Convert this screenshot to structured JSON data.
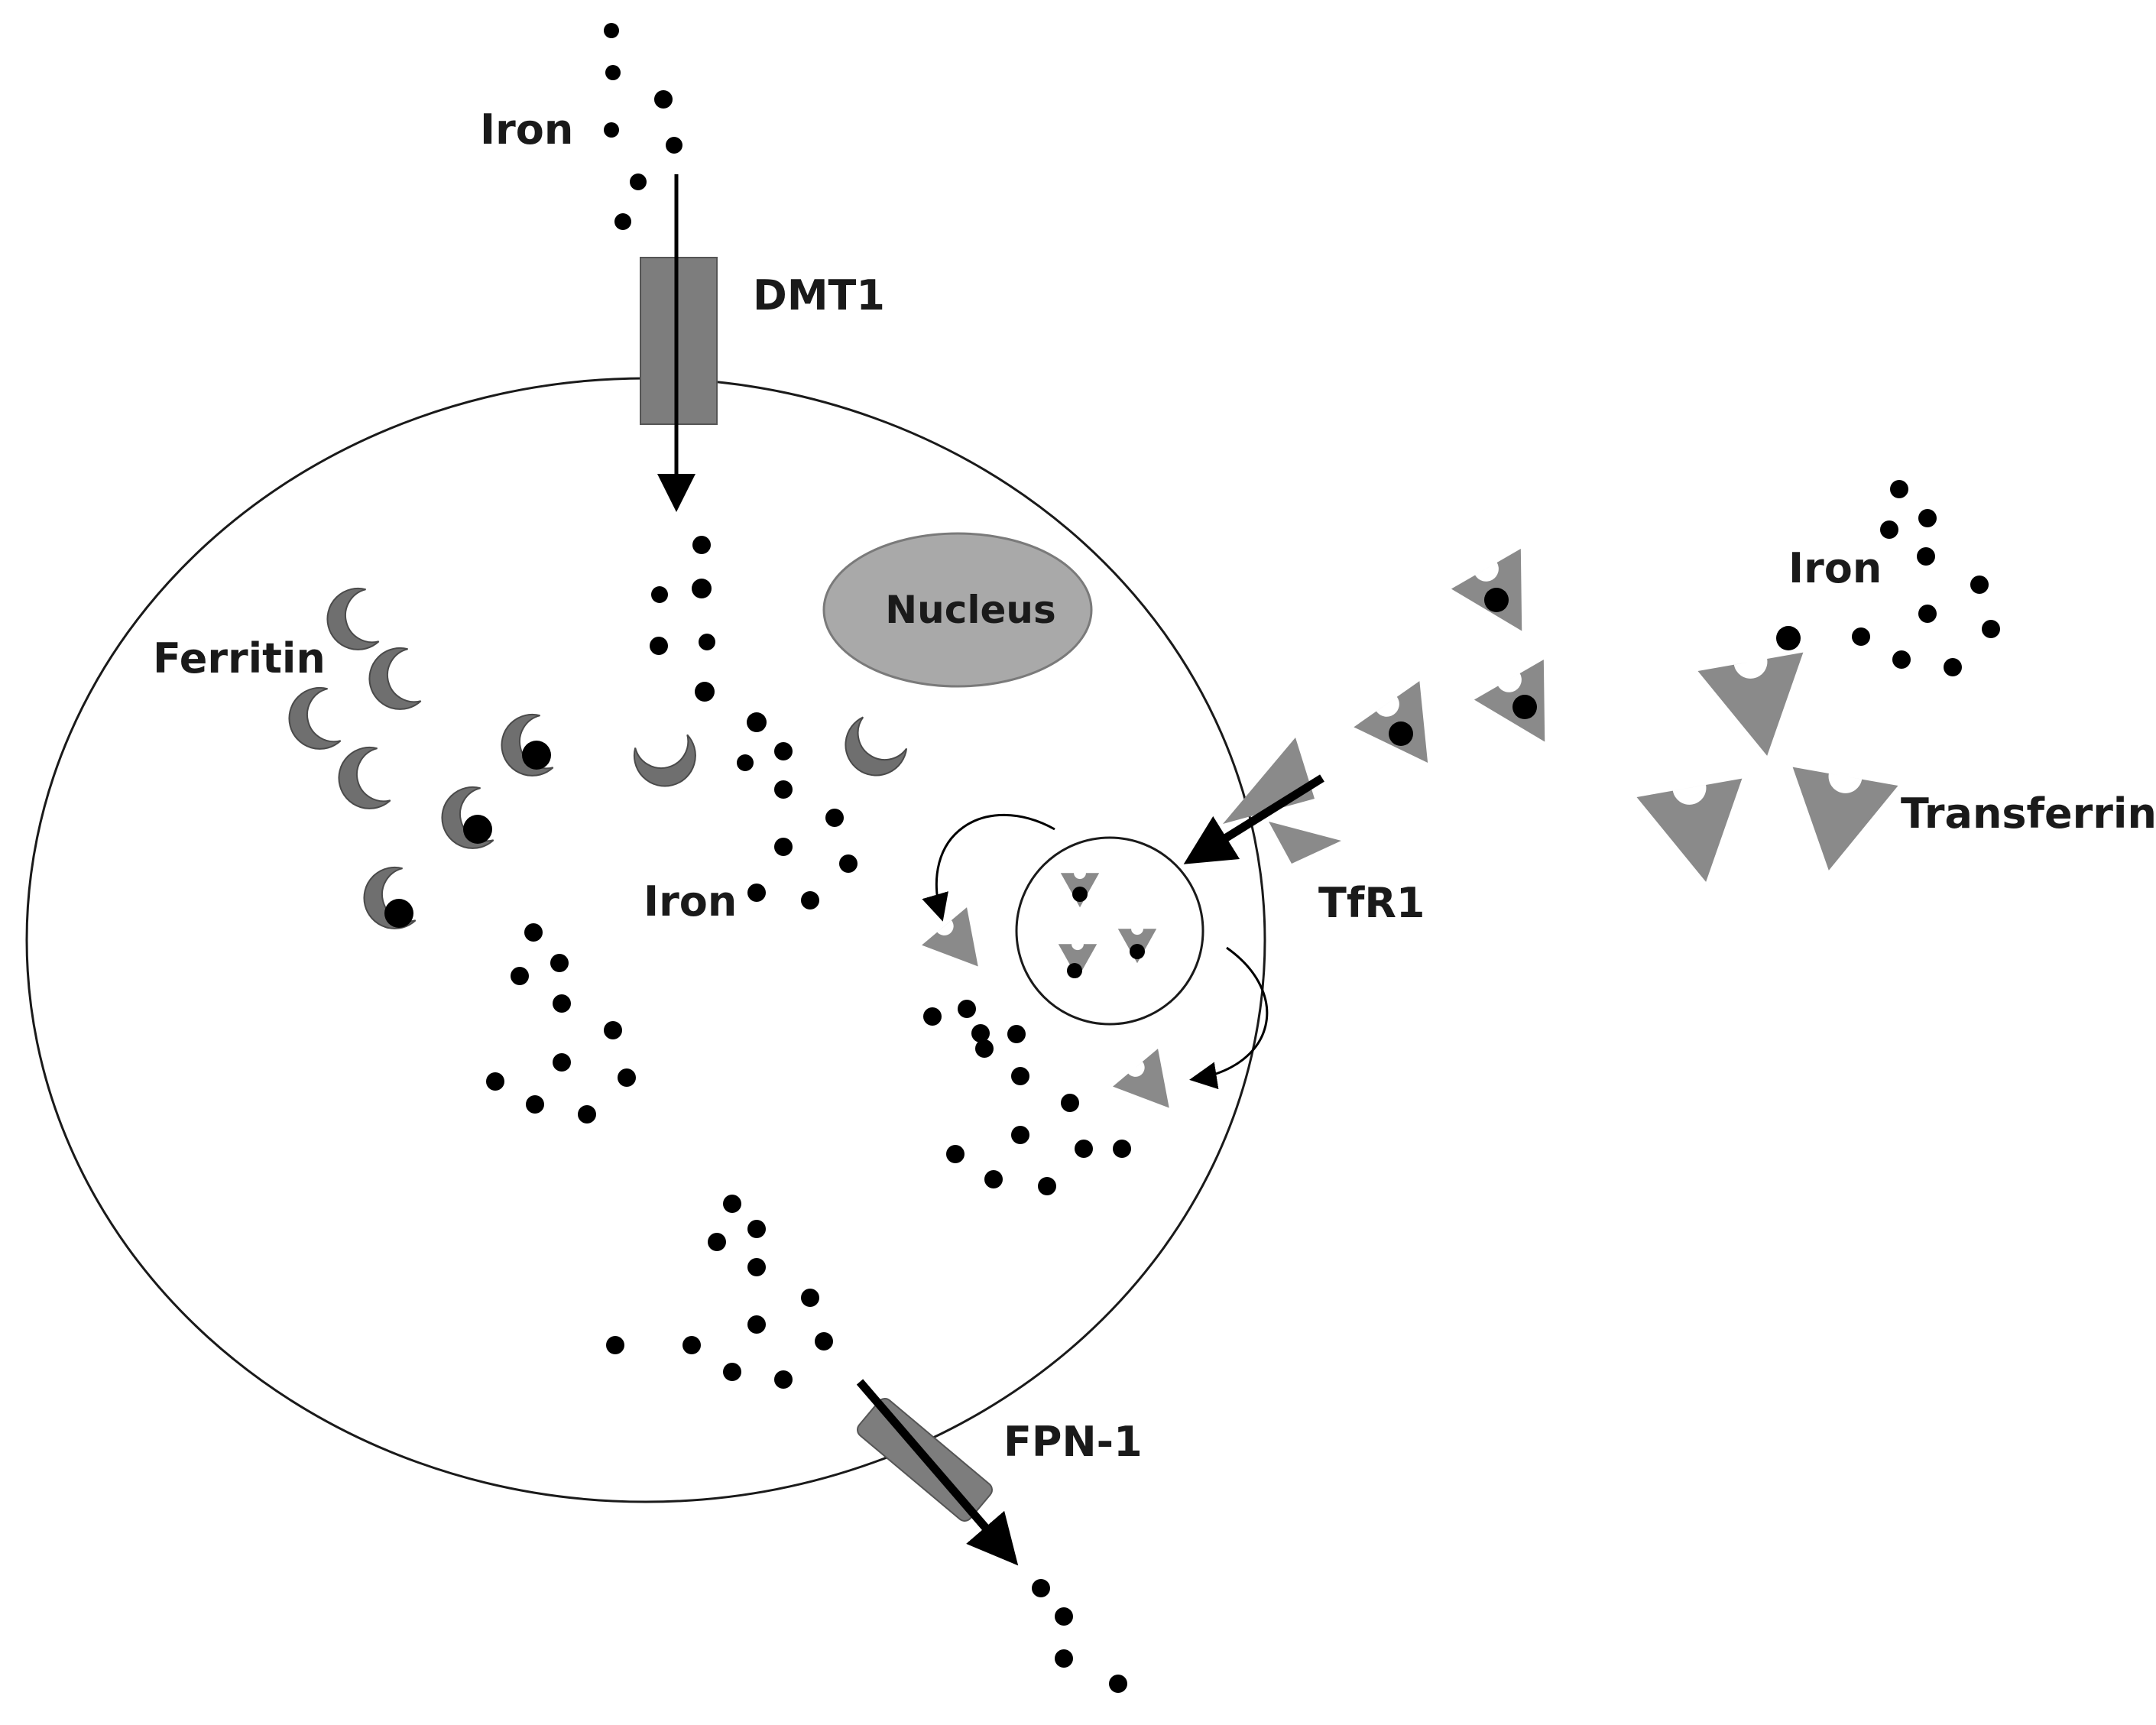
{
  "labels": {
    "iron_top": "Iron",
    "dmt1": "DMT1",
    "nucleus": "Nucleus",
    "ferritin": "Ferritin",
    "iron_center": "Iron",
    "tfr1": "TfR1",
    "iron_right": "Iron",
    "transferrin": "Transferrin",
    "fpn1": "FPN-1"
  },
  "colors": {
    "iron": "#000000",
    "protein": "#8a8a8a",
    "ferritin": "#6f6f6f",
    "nucleus": "#a9a9a9",
    "membrane": "#1a1a1a"
  },
  "legend_icons": {
    "iron": "dot-icon",
    "ferritin": "crescent-icon",
    "transferrin": "triangle-notch-icon"
  }
}
